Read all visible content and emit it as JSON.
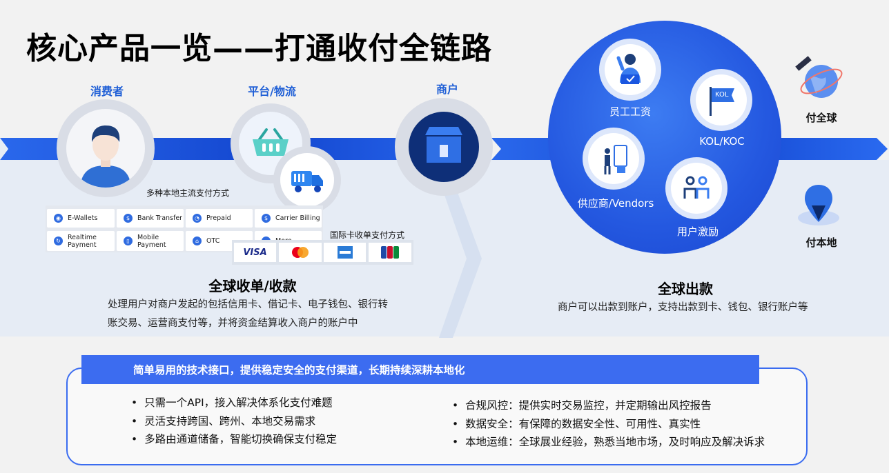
{
  "title": "核心产品一览——打通收付全链路",
  "nodes": {
    "consumer": "消费者",
    "platform": "平台/物流",
    "merchant": "商户"
  },
  "local_methods": {
    "heading": "多种本地主流支付方式",
    "items": [
      "E-Wallets",
      "Bank Transfer",
      "Prepaid",
      "Carrier Billing",
      "Realtime Payment",
      "Mobile Payment",
      "OTC",
      "More"
    ]
  },
  "intl_cards": {
    "heading": "国际卡收单支付方式",
    "cards": [
      "VISA",
      "Mastercard",
      "American Express",
      "JCB"
    ]
  },
  "collection": {
    "title": "全球收单/收款",
    "desc_line1": "处理用户对商户发起的包括信用卡、借记卡、电子钱包、银行转",
    "desc_line2": "账交易、运营商支付等，并将资金结算收入商户的账户中"
  },
  "payout_circle": {
    "items": [
      "员工工资",
      "KOL/KOC",
      "供应商/Vendors",
      "用户激励"
    ],
    "kol_badge": "KOL"
  },
  "side": {
    "global": "付全球",
    "local": "付本地"
  },
  "payout": {
    "title": "全球出款",
    "desc": "商户可以出款到账户，支持出款到卡、钱包、银行账户等"
  },
  "features": {
    "banner": "简单易用的技术接口，提供稳定安全的支付渠道，长期持续深耕本地化",
    "left": [
      "只需一个API，接入解决体系化支付难题",
      "灵活支持跨国、跨州、本地交易需求",
      "多路由通道储备，智能切换确保支付稳定"
    ],
    "right": [
      "合规风控：提供实时交易监控，并定期输出风控报告",
      "数据安全：有保障的数据安全性、可用性、真实性",
      "本地运维：全球展业经验，熟悉当地市场，及时响应及解决诉求"
    ]
  },
  "colors": {
    "accent": "#1f5fd6",
    "band": "#1a56e0",
    "circle": "#2a63e6",
    "banner": "#3c6cf0"
  }
}
